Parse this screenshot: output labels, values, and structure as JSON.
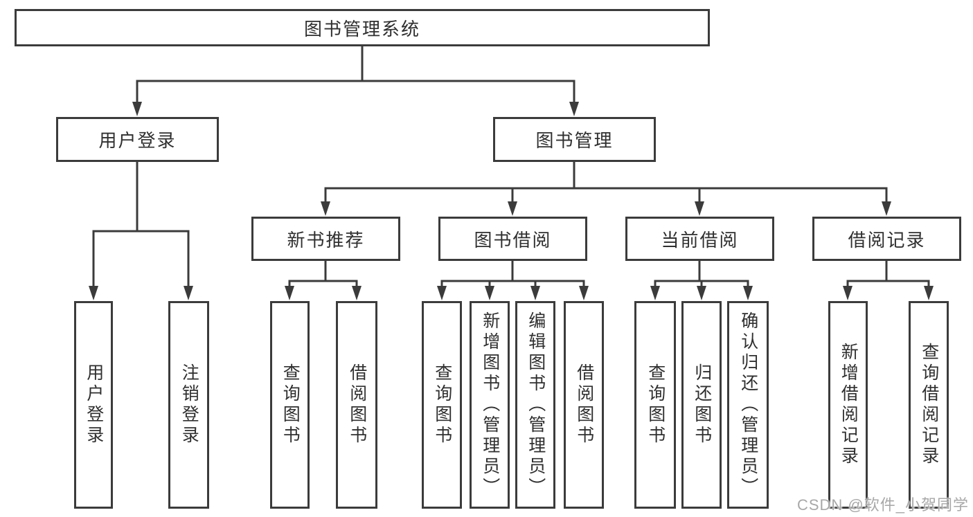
{
  "diagram": {
    "title": "图书管理系统",
    "watermark": "CSDN @软件_小贺同学",
    "colors": {
      "line": "#3b3b3b",
      "text": "#2f2f2f",
      "background": "#ffffff",
      "watermark": "#a8a8a8"
    },
    "nodes": {
      "root": "图书管理系统",
      "user_login": "用户登录",
      "book_mgmt": "图书管理",
      "new_book_rec": "新书推荐",
      "book_borrow": "图书借阅",
      "current_borrow": "当前借阅",
      "borrow_record": "借阅记录",
      "leaf_user_login": "用户登录",
      "leaf_logout": "注销登录",
      "rec_query_book": "查询图书",
      "rec_borrow_book": "借阅图书",
      "bb_query_book": "查询图书",
      "bb_add_book": "新增图书（管理员）",
      "bb_edit_book": "编辑图书（管理员）",
      "bb_borrow_book": "借阅图书",
      "cb_query_book": "查询图书",
      "cb_return_book": "归还图书",
      "cb_confirm_return": "确认归还（管理员）",
      "br_add_record": "新增借阅记录",
      "br_query_record": "查询借阅记录"
    }
  }
}
